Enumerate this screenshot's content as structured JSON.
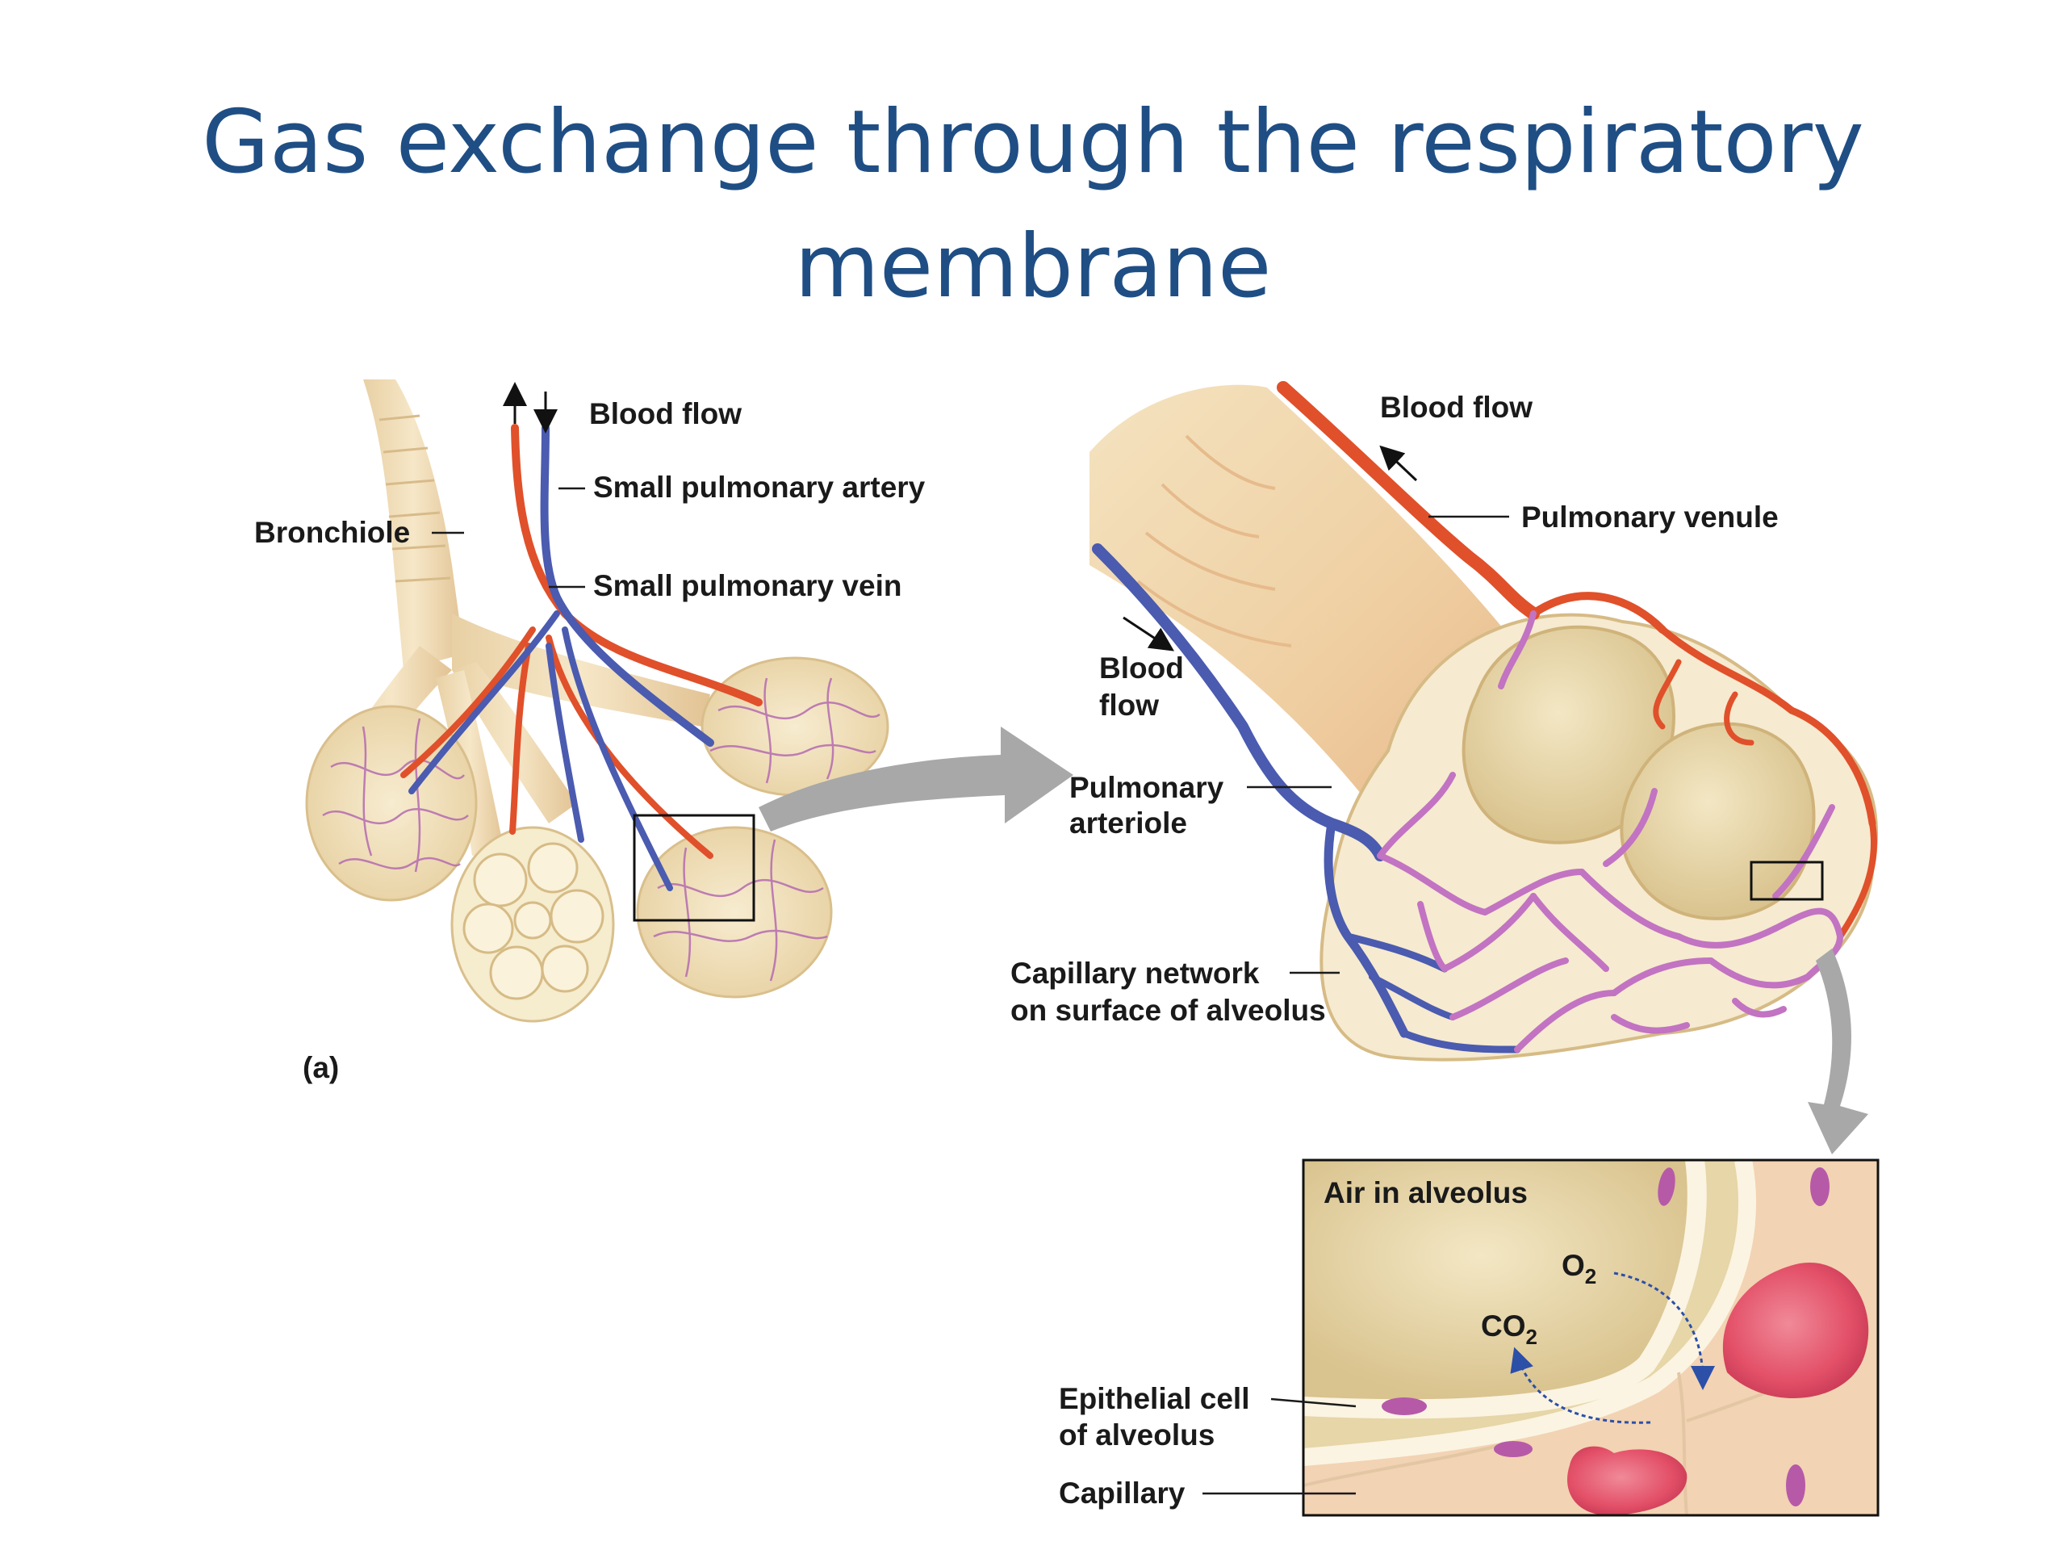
{
  "title": {
    "line1": "Gas exchange through the respiratory",
    "line2": "membrane"
  },
  "panel_a": {
    "blood_flow": "Blood flow",
    "small_pulmonary_artery": "Small pulmonary artery",
    "small_pulmonary_vein": "Small pulmonary vein",
    "bronchiole": "Bronchiole",
    "panel_label": "(a)"
  },
  "panel_b": {
    "blood_flow_top": "Blood flow",
    "pulmonary_venule": "Pulmonary venule",
    "blood_flow_left_1": "Blood",
    "blood_flow_left_2": "flow",
    "pulmonary_arteriole_1": "Pulmonary",
    "pulmonary_arteriole_2": "arteriole",
    "capillary_network_1": "Capillary network",
    "capillary_network_2": "on surface of alveolus"
  },
  "panel_c": {
    "air_in_alveolus": "Air in alveolus",
    "o2": "O",
    "o2_sub": "2",
    "co2": "CO",
    "co2_sub": "2",
    "epithelial_1": "Epithelial cell",
    "epithelial_2": "of alveolus",
    "capillary": "Capillary"
  },
  "colors": {
    "title": "#1f4e84",
    "artery_red": "#e0502a",
    "vein_blue": "#4a5bb0",
    "capillary_purple": "#c273c2",
    "tissue": "#f1dfb0",
    "alveolus_fill": "#e9dcae",
    "rbc": "#e0506a",
    "arrow_gray": "#a8a8a8",
    "gas_arrow": "#2c4fa8"
  }
}
